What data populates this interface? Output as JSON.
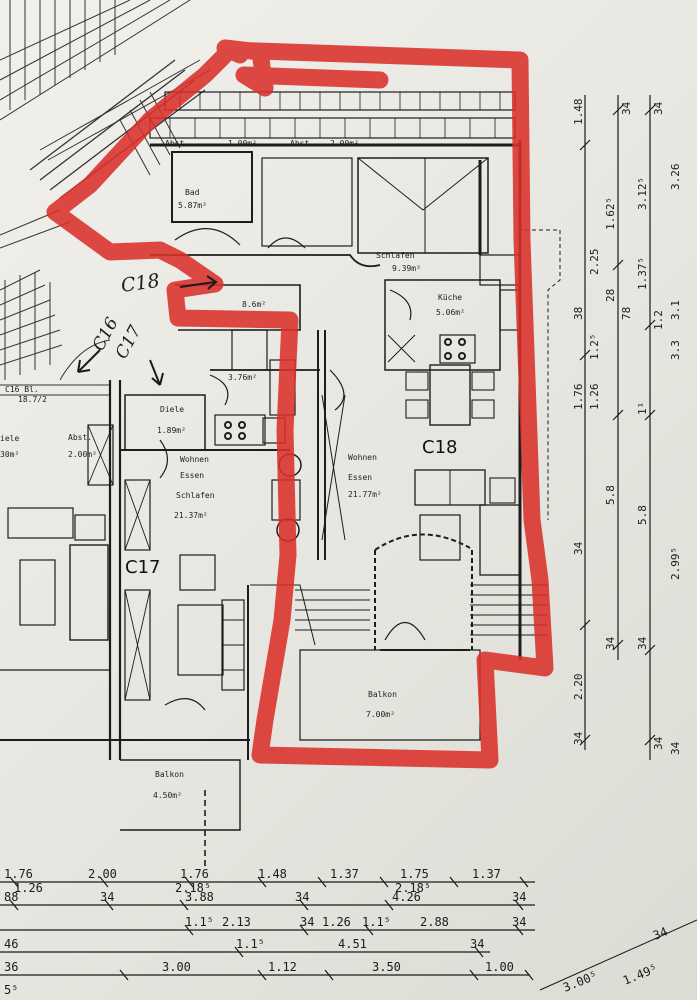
{
  "units": {
    "c16": "C16",
    "c17_stair": "C17",
    "c18_stair": "C18",
    "c18_main": "C18",
    "c17_main": "C17"
  },
  "rooms": {
    "bad_label": "Bad",
    "bad_area": "5.87m²",
    "abst_1": "Abst.",
    "abst_1_area": "1.00m²",
    "abst_2": "Abst.",
    "abst_2_area": "2.00m²",
    "schlafen_label": "Schlafen",
    "schlafen_area": "9.39m²",
    "kueche_label": "Küche",
    "kueche_area": "5.06m²",
    "flur_area": "8.6m²",
    "wc_area": "3.76m²",
    "diele_label": "Diele",
    "diele_area": "1.89m²",
    "wohnen_c17_label": "Wohnen",
    "wohnen_c17_label2": "Essen",
    "wohnen_c17_label3": "Schlafen",
    "wohnen_c17_area": "21.37m²",
    "wohnen_c18_label": "Wohnen",
    "wohnen_c18_label2": "Essen",
    "wohnen_c18_area": "21.77m²",
    "balkon_c18_label": "Balkon",
    "balkon_c18_area": "7.00m²",
    "balkon_c17_label": "Balkon",
    "balkon_c17_area": "4.50m²",
    "left_room_label": "C16 Bl.",
    "left_room_area": "18.7/2",
    "left_room2": "iele",
    "left_room2_area": "30m²",
    "abst_left": "Abst.",
    "abst_left_area": "2.00m²"
  },
  "dims_right": [
    "1.48",
    "1.62⁵",
    "3.12⁵",
    "3.26",
    "28",
    "78",
    "1.37⁵",
    "1.76",
    "1.26",
    "3.3",
    "5.8",
    "5.8",
    "1¹",
    "34",
    "2.99⁵",
    "34",
    "2.20",
    "34",
    "34",
    "34",
    "34",
    "34",
    "34",
    "2.25",
    "1.2⁵",
    "38",
    "1.2",
    "3.1"
  ],
  "dims_bottom_row1": [
    "1.76",
    "2.00",
    "1.76",
    "1.48",
    "1.37",
    "1.75",
    "1.37"
  ],
  "dims_bottom_row1b": [
    "1.26",
    "2.18⁵",
    "2.18⁵"
  ],
  "dims_bottom_row2": [
    "88",
    "34",
    "3.88",
    "34",
    "4.26",
    "34"
  ],
  "dims_bottom_row3": [
    "1.1⁵",
    "2.13",
    "34",
    "1.26",
    "1.1⁵",
    "2.88",
    "34"
  ],
  "dims_bottom_row4": [
    "46",
    "1.1⁵",
    "4.51",
    "34"
  ],
  "dims_bottom_row5": [
    "36",
    "3.00",
    "1.12",
    "3.50",
    "1.00"
  ],
  "dims_bottom_row6": [
    "5⁵",
    "3.00⁵",
    "1.49⁵",
    "34"
  ],
  "marker_colors": {
    "outline": "#d9302a",
    "ink": "#1a1a1a"
  }
}
